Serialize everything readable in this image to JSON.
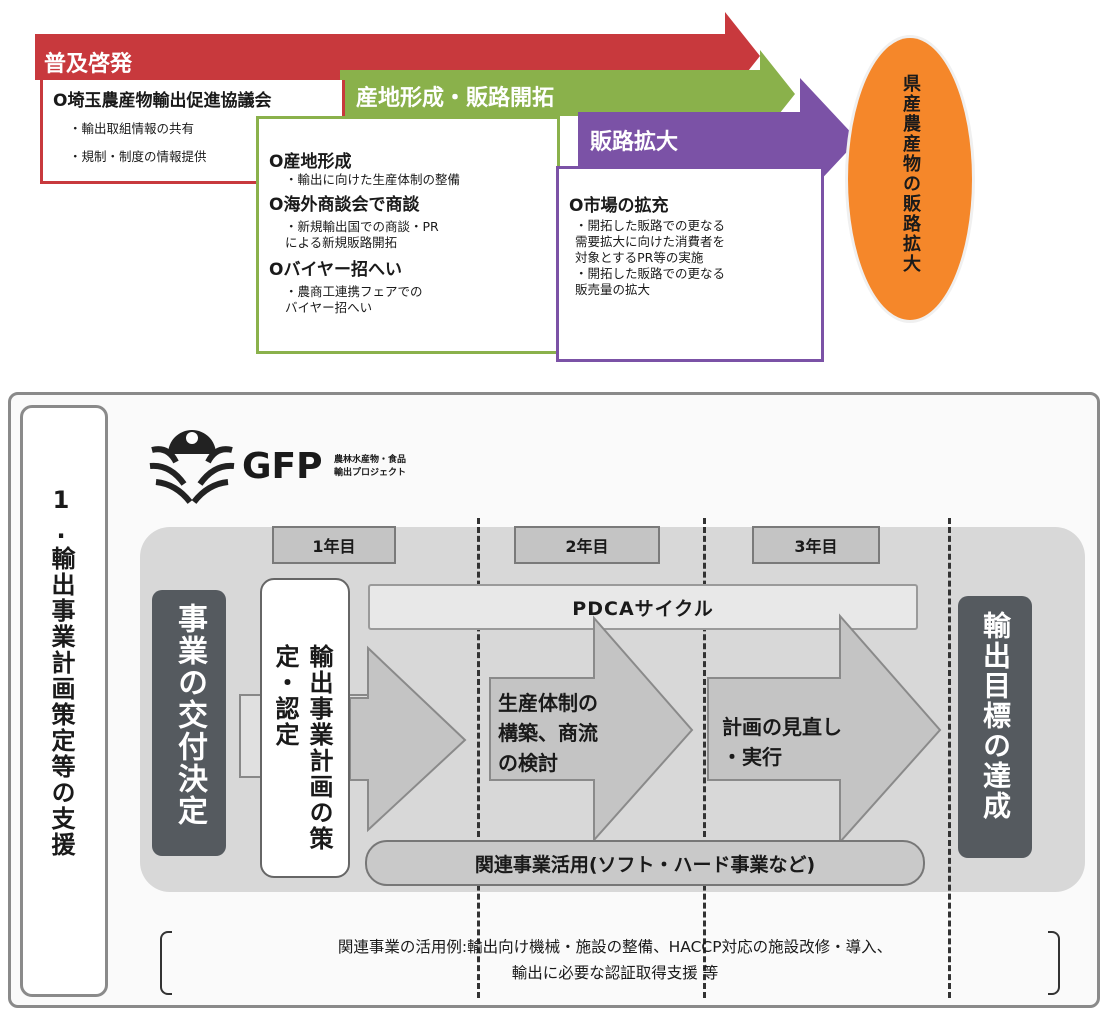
{
  "top": {
    "stage1": {
      "label": "普及啓発",
      "color": "#c8393d",
      "heading": "O埼玉農産物輸出促進協議会",
      "bullets": [
        "・輸出取組情報の共有",
        "・規制・制度の情報提供"
      ]
    },
    "stage2": {
      "label": "産地形成・販路開拓",
      "color": "#8ab14b",
      "items": [
        {
          "heading": "O産地形成",
          "text": "・輸出に向けた生産体制の整備"
        },
        {
          "heading": "O海外商談会で商談",
          "text": "・新規輸出国での商談・PR\nによる新規販路開拓"
        },
        {
          "heading": "Oバイヤー招へい",
          "text": "・農商工連携フェアでの\nバイヤー招へい"
        }
      ]
    },
    "stage3": {
      "label": "販路拡大",
      "color": "#7b52a6",
      "heading": "O市場の拡充",
      "bullets": [
        "・開拓した販路での更なる\n需要拡大に向けた消費者を\n対象とするPR等の実施",
        "・開拓した販路での更なる\n販売量の拡大"
      ]
    },
    "goal": {
      "label": "県産農産物の販路拡大",
      "color": "#f5872a"
    }
  },
  "bottom": {
    "side_title": "1.輸出事業計画策定等の支援",
    "logo": {
      "text": "GFP",
      "sub1": "農林水産物・食品",
      "sub2": "輸出プロジェクト"
    },
    "years": [
      "1年目",
      "2年目",
      "3年目"
    ],
    "pdca": "PDCAサイクル",
    "start": "事業の交付決定",
    "plan": "輸出事業計画の策定・認定",
    "arrow2": "生産体制の\n構築、商流\nの検討",
    "arrow3": "計画の見直し\n・実行",
    "goal": "輸出目標の達成",
    "related": "関連事業活用(ソフト・ハード事業など)",
    "example_line1": "関連事業の活用例:輸出向け機械・施設の整備、HACCP対応の施設改修・導入、",
    "example_line2": "輸出に必要な認証取得支援 等"
  }
}
